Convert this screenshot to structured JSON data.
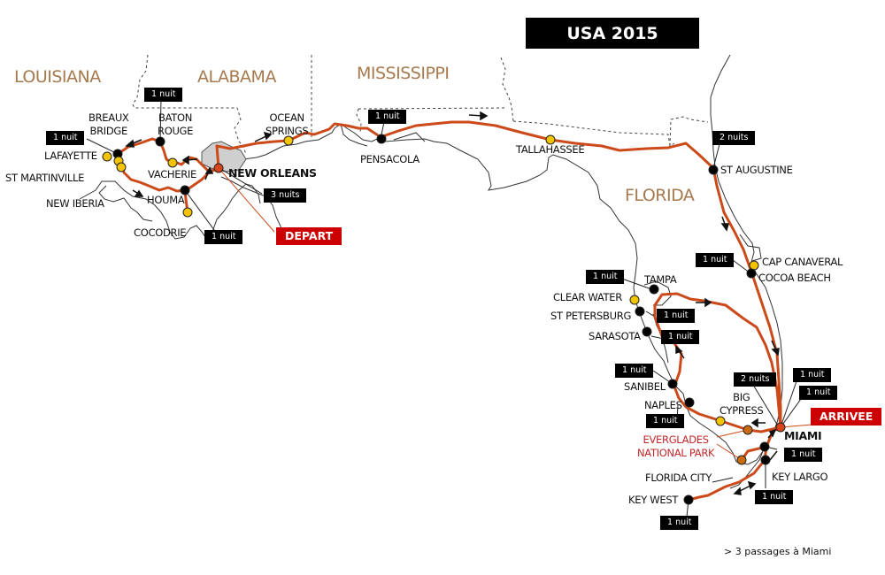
{
  "title": "USA 2015",
  "states": {
    "louisiana": "LOUISIANA",
    "alabama": "ALABAMA",
    "mississippi": "MISSISSIPPI",
    "florida": "FLORIDA"
  },
  "colors": {
    "route": "#cc4a1a",
    "state_label": "#a67a4e",
    "badge_red": "#cc0000",
    "stop_black": "#000000",
    "stop_yellow": "#f5c400",
    "stop_orange": "#cc6a10",
    "stop_red": "#d9451a",
    "water_gray": "#cfcfcf"
  },
  "cities": {
    "breaux_bridge": "BREAUX\nBRIDGE",
    "breaux_1": "BREAUX",
    "breaux_2": "BRIDGE",
    "baton_1": "BATON",
    "baton_2": "ROUGE",
    "lafayette": "LAFAYETTE",
    "st_martinville": "ST MARTINVILLE",
    "new_iberia": "NEW IBERIA",
    "vacherie": "VACHERIE",
    "houma": "HOUMA",
    "cocodrie": "COCODRIE",
    "new_orleans": "NEW ORLEANS",
    "ocean_1": "OCEAN",
    "ocean_2": "SPRINGS",
    "pensacola": "PENSACOLA",
    "tallahassee": "TALLAHASSEE",
    "st_augustine": "ST AUGUSTINE",
    "cap_canaveral": "CAP CANAVERAL",
    "cocoa_beach": "COCOA BEACH",
    "tampa": "TAMPA",
    "clear_water": "CLEAR WATER",
    "st_petersburg": "ST PETERSBURG",
    "sarasota": "SARASOTA",
    "sanibel": "SANIBEL",
    "naples": "NAPLES",
    "big_1": "BIG",
    "big_2": "CYPRESS",
    "everglades_1": "EVERGLADES",
    "everglades_2": "NATIONAL PARK",
    "miami": "MIAMI",
    "florida_city": "FLORIDA CITY",
    "key_largo": "KEY LARGO",
    "key_west": "KEY WEST"
  },
  "nights": {
    "baton_rouge": "1 nuit",
    "breaux_bridge": "1 nuit",
    "new_orleans": "3 nuits",
    "houma": "1 nuit",
    "pensacola": "1 nuit",
    "st_augustine": "2 nuits",
    "cocoa_beach": "1 nuit",
    "tampa": "1 nuit",
    "st_petersburg": "1 nuit",
    "sarasota": "1 nuit",
    "sanibel": "1 nuit",
    "naples": "1 nuit",
    "miami_a": "2 nuits",
    "miami_b": "1 nuit",
    "miami_c": "1 nuit",
    "florida_city": "1 nuit",
    "key_largo": "1 nuit",
    "key_west": "1 nuit"
  },
  "badges": {
    "depart": "DEPART",
    "arrivee": "ARRIVEE"
  },
  "footnote": "> 3 passages à Miami"
}
